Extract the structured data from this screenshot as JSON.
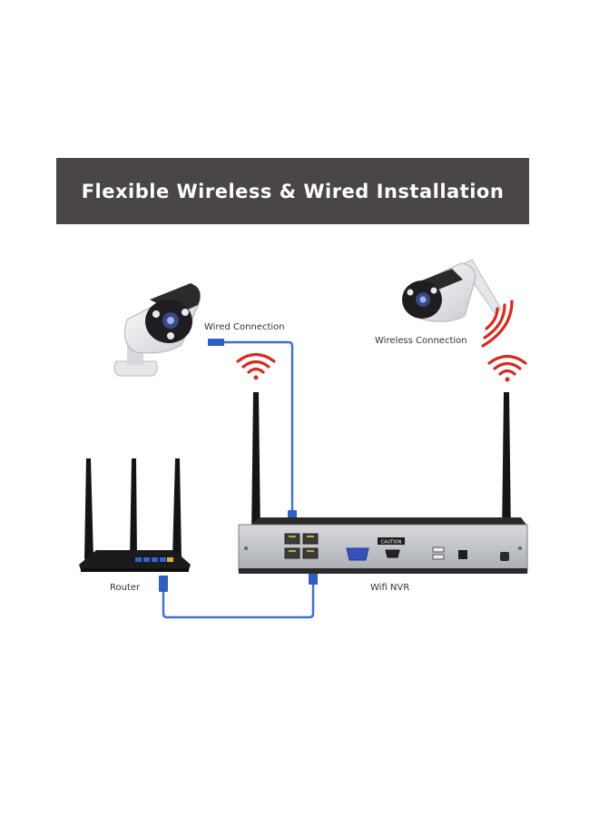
{
  "title": "Flexible Wireless & Wired Installation",
  "labels": {
    "wired_connection": "Wired Connection",
    "wireless_connection": "Wireless Connection",
    "router": "Router",
    "wifi_nvr": "Wifi NVR"
  },
  "nvr_panel_text": {
    "caution": "CAUTION"
  },
  "icons": [
    "bullet-camera-wired",
    "bullet-camera-wireless",
    "wifi-signal",
    "router",
    "nvr",
    "ethernet-cable"
  ],
  "colors": {
    "banner": "#4a4546",
    "cable": "#3f6fd0",
    "wifi_signal": "#d42b1f",
    "device_dark": "#1b1b1b"
  }
}
